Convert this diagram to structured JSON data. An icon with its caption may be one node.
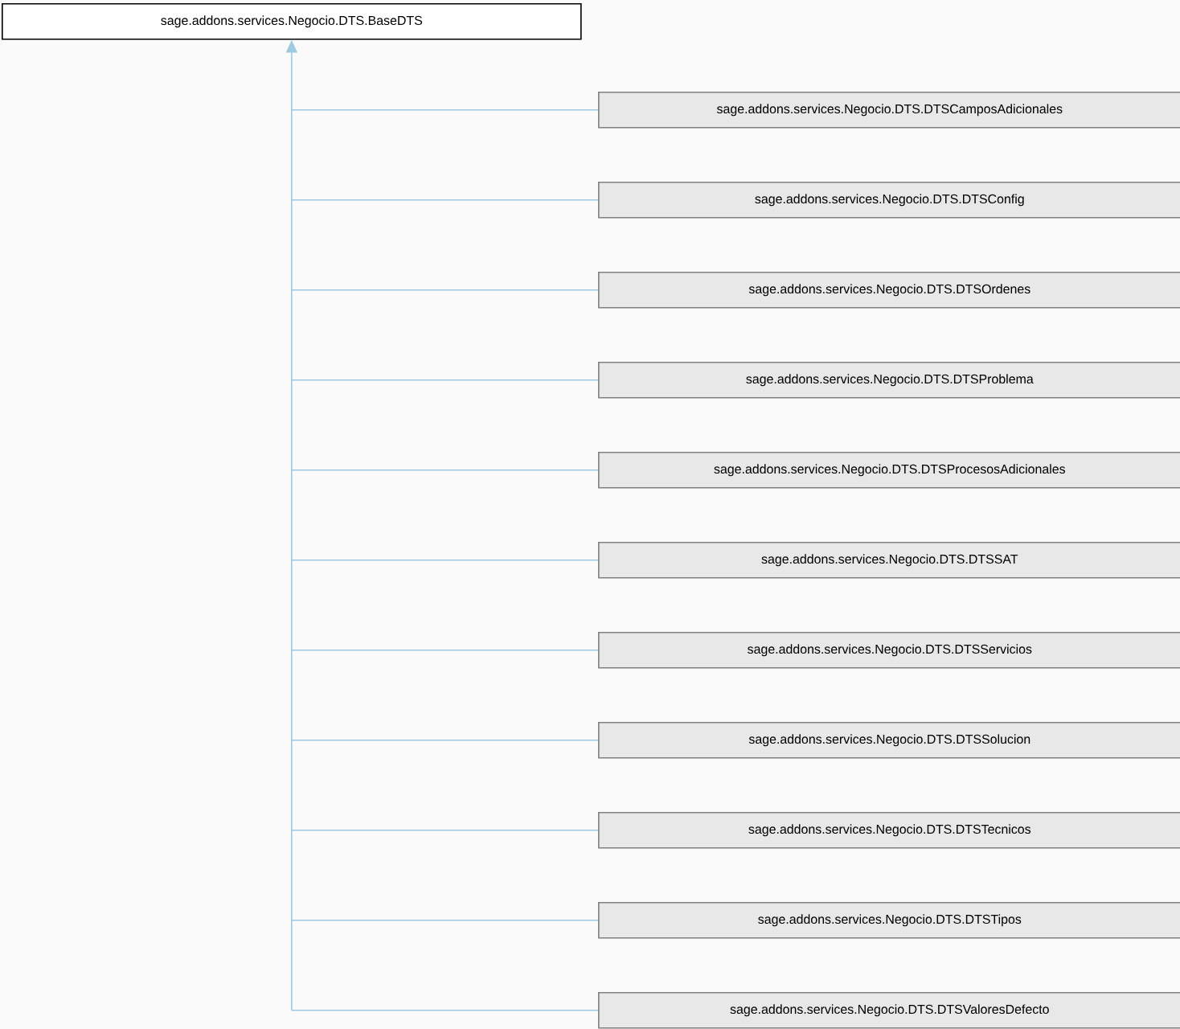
{
  "diagram": {
    "nodes": [
      {
        "text": [
          "sage.addons.services.Negocio.DTS.BaseDTS"
        ]
      },
      {
        "text": [
          "sage.addons.services.Negocio.DTS.DTSCamposAdicionales"
        ]
      },
      {
        "text": [
          "sage.addons.services.Negocio.DTS.DTSConfig"
        ]
      },
      {
        "text": [
          "sage.addons.services.Negocio.DTS.DTSOrdenes"
        ]
      },
      {
        "text": [
          "sage.addons.services.Negocio.DTS.DTSProblema"
        ]
      },
      {
        "text": [
          "sage.addons.services.Negocio.DTS.DTSProcesosAdicionales"
        ]
      },
      {
        "text": [
          "sage.addons.services.Negocio.DTS.DTSSAT"
        ]
      },
      {
        "text": [
          "sage.addons.services.Negocio.DTS.DTSServicios"
        ]
      },
      {
        "text": [
          "sage.addons.services.Negocio.DTS.DTSSolucion"
        ]
      },
      {
        "text": [
          "sage.addons.services.Negocio.DTS.DTSTecnicos"
        ]
      },
      {
        "text": [
          "sage.addons.services.Negocio.DTS.DTSTipos"
        ]
      },
      {
        "text": [
          "sage.addons.services.Negocio.DTS.DTSValoresDefecto"
        ]
      }
    ],
    "edges": [
      {
        "from": 1,
        "to": 0,
        "arrow": "to"
      },
      {
        "from": 2,
        "to": 0,
        "arrow": "to"
      },
      {
        "from": 3,
        "to": 0,
        "arrow": "to"
      },
      {
        "from": 4,
        "to": 0,
        "arrow": "to"
      },
      {
        "from": 5,
        "to": 0,
        "arrow": "to"
      },
      {
        "from": 6,
        "to": 0,
        "arrow": "to"
      },
      {
        "from": 7,
        "to": 0,
        "arrow": "to"
      },
      {
        "from": 8,
        "to": 0,
        "arrow": "to"
      },
      {
        "from": 9,
        "to": 0,
        "arrow": "to"
      },
      {
        "from": 10,
        "to": 0,
        "arrow": "to"
      },
      {
        "from": 11,
        "to": 0,
        "arrow": "to"
      }
    ]
  }
}
